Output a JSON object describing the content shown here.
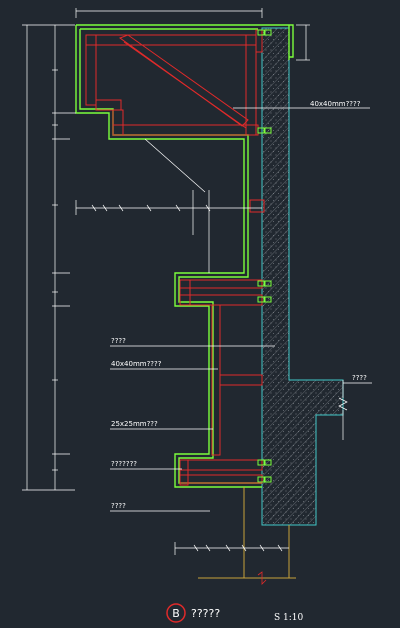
{
  "drawing": {
    "annotations": {
      "steel_tube_top": "40x40mm????",
      "label_a": "????",
      "steel_tube_mid": "40x40mm????",
      "steel_tube_small": "25x25mm???",
      "label_bolts": "???????",
      "label_base": "????",
      "label_slab": "????"
    },
    "title_block": {
      "marker_letter": "B",
      "title": "?????",
      "scale": "S 1:10"
    }
  },
  "colors": {
    "background": "#212830",
    "finish_outline": "#7cff3c",
    "steel_frame": "#e02a2a",
    "concrete_wall": "#41c7c7",
    "dimension_lines": "#ffffff",
    "fill_lines": "#c8a23a"
  }
}
